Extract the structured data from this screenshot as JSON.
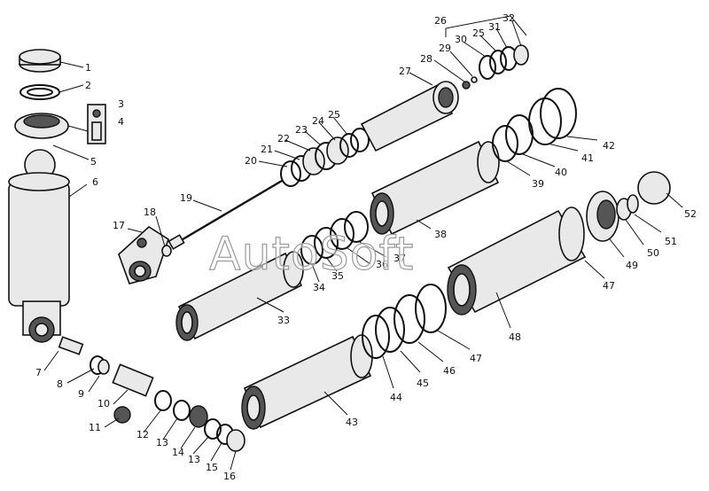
{
  "watermark": "AutoSoft",
  "part_numbers": [
    "1",
    "2",
    "3",
    "4",
    "5",
    "6",
    "7",
    "8",
    "9",
    "10",
    "11",
    "12",
    "13",
    "14",
    "13",
    "15",
    "16",
    "17",
    "18",
    "19",
    "20",
    "21",
    "22",
    "23",
    "24",
    "25",
    "26",
    "27",
    "28",
    "29",
    "30",
    "25",
    "31",
    "32",
    "33",
    "34",
    "35",
    "36",
    "37",
    "38",
    "39",
    "40",
    "41",
    "42",
    "43",
    "44",
    "45",
    "46",
    "47",
    "48",
    "47",
    "49",
    "50",
    "51",
    "52"
  ]
}
